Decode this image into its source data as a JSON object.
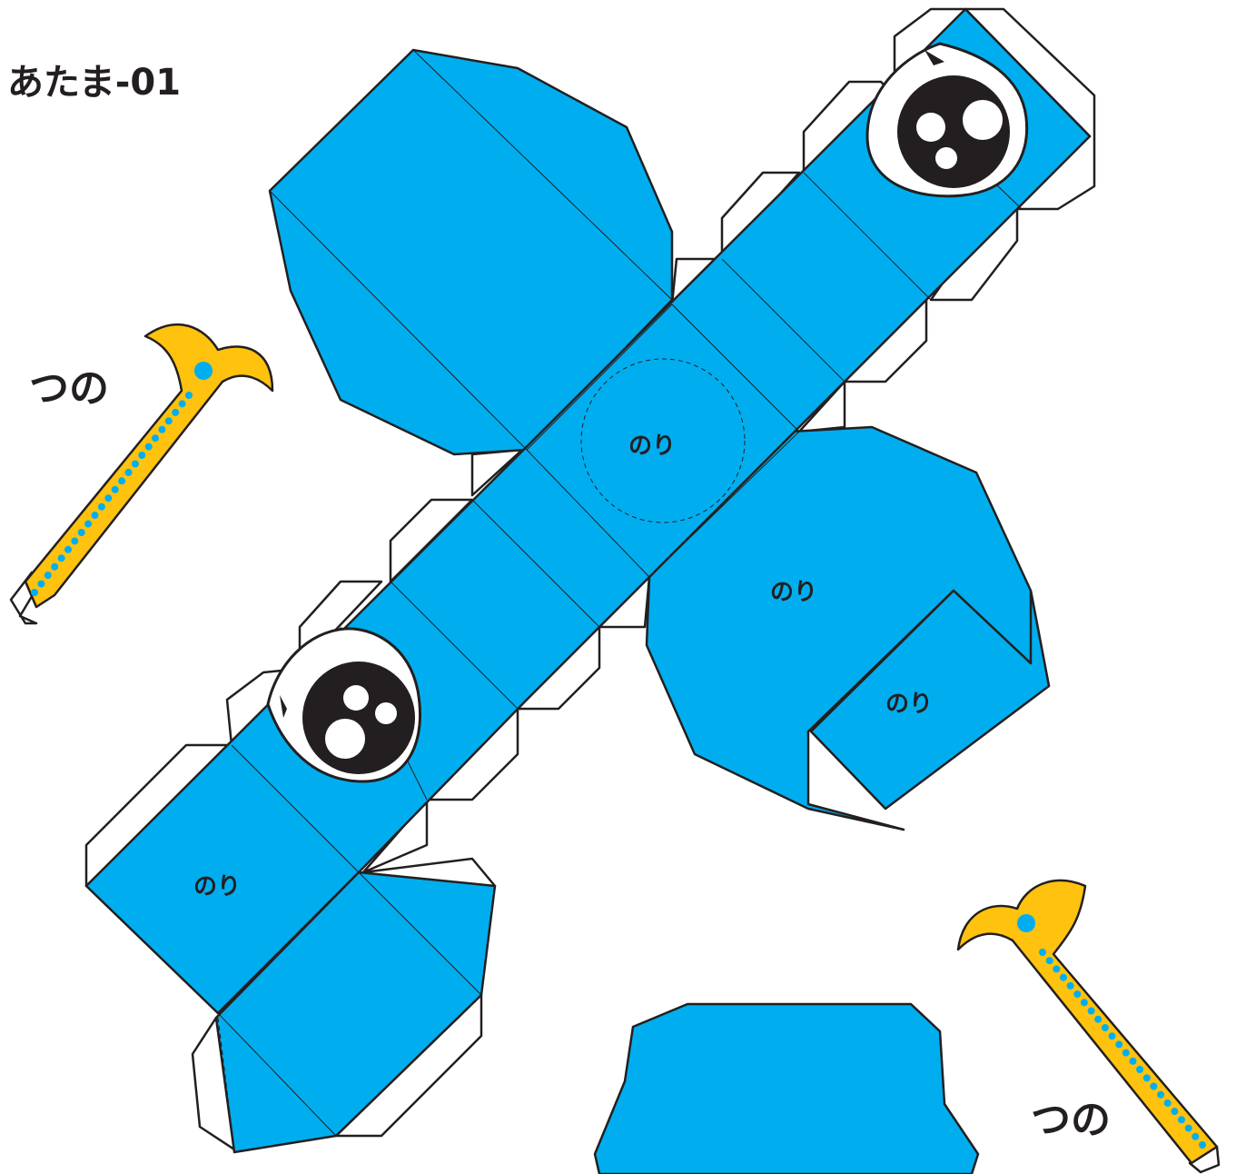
{
  "title": "あたま-01",
  "horn_label_left": "つの",
  "horn_label_right": "つの",
  "glue_labels": {
    "center": "のり",
    "right_flap": "のり",
    "right_tab": "のり",
    "left_face": "のり"
  },
  "colors": {
    "body_blue": "#00aeef",
    "horn_yellow": "#ffc20e",
    "outline": "#231f20",
    "background": "#ffffff"
  }
}
